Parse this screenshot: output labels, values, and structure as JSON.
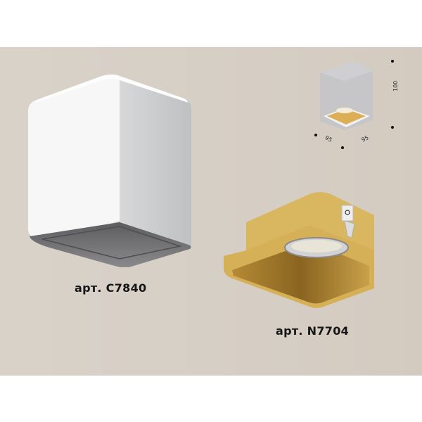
{
  "products": [
    {
      "id": "body",
      "label": "арт. C7840",
      "finish": "white",
      "colors": {
        "front": "#f6f6f6",
        "side": "#c9cacc",
        "inner": "#6f6f71"
      }
    },
    {
      "id": "ring",
      "label": "арт. N7704",
      "finish": "gold",
      "colors": {
        "outer": "#d9b35a",
        "inner": "#9c7424",
        "clip": "#e6e6e6"
      }
    }
  ],
  "dimension_diagram": {
    "height": "100",
    "width_left": "95",
    "width_right": "95",
    "colors": {
      "body": "#c8c8ca",
      "glow": "#e2b964"
    }
  },
  "background": {
    "panel": "#d7d0c7",
    "page": "#ffffff"
  }
}
